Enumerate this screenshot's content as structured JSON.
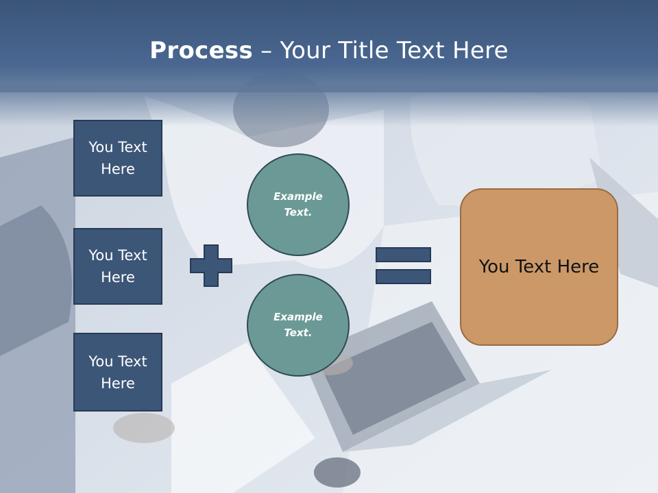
{
  "slide": {
    "title_bold": "Process",
    "title_rest": " – Your Title Text Here"
  },
  "left_boxes": [
    {
      "label": "You Text Here"
    },
    {
      "label": "You Text Here"
    },
    {
      "label": "You Text Here"
    }
  ],
  "circles": [
    {
      "label": "Example Text."
    },
    {
      "label": "Example Text."
    }
  ],
  "operators": {
    "plus_icon": "plus-icon",
    "equals_icon": "equals-icon"
  },
  "result_box": {
    "label": "You Text Here"
  },
  "colors": {
    "header": "#4a6791",
    "left_box_fill": "#3c5678",
    "circle_fill": "#6b9a96",
    "result_fill": "#cc9868",
    "operator_fill": "#3c5678"
  }
}
